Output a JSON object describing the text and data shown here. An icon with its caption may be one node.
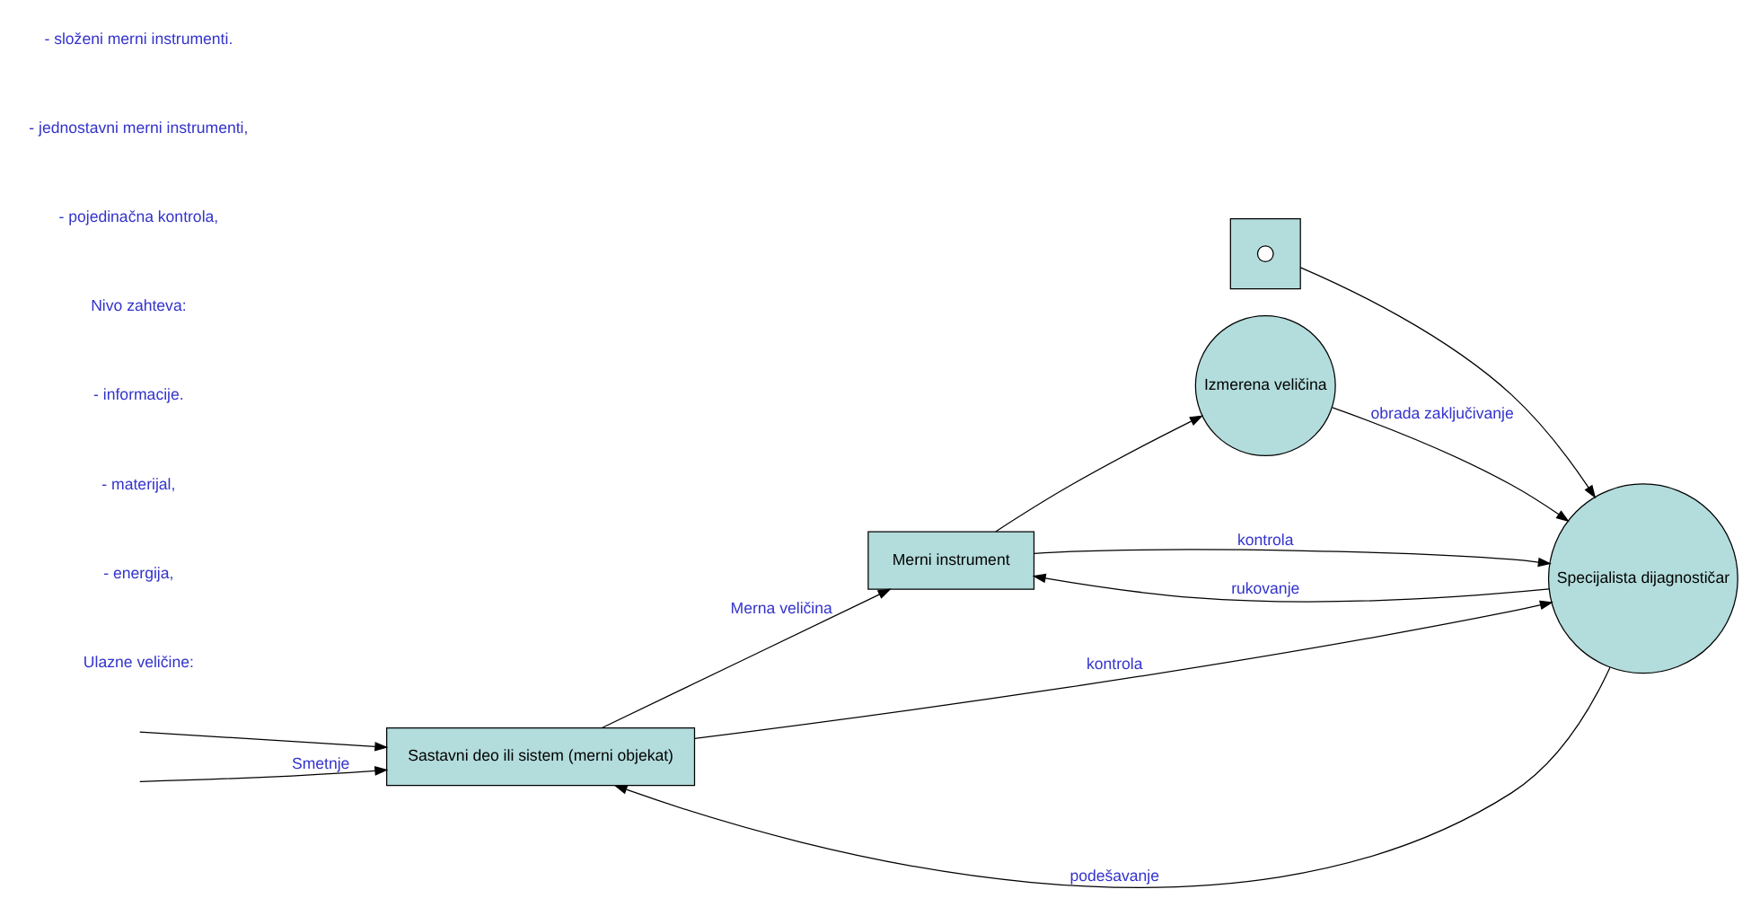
{
  "diagram": {
    "nodes": [
      {
        "text": [
          "Sastavni deo ili sistem (merni objekat)"
        ]
      },
      {
        "text": [
          "Merni instrument"
        ]
      },
      {
        "text": [
          "Izmerena veličina"
        ]
      },
      {
        "text": [
          "Specijalista dijagnostičar"
        ]
      },
      {
        "text": [],
        "shape": "box"
      },
      {
        "text": [],
        "shape": "circle",
        "in": 4
      }
    ],
    "edges": [
      {
        "from": null,
        "to": 0,
        "arrow": "to"
      },
      {
        "from": null,
        "to": 0,
        "arrow": "to",
        "label": "Smetnje"
      },
      {
        "from": 0,
        "to": 1,
        "arrow": "to",
        "label": "Merna veličina"
      },
      {
        "from": 1,
        "to": 2,
        "arrow": "to"
      },
      {
        "from": 2,
        "to": 3,
        "arrow": "to",
        "label": "obrada zaključivanje"
      },
      {
        "from": 3,
        "to": 0,
        "arrow": "to",
        "label": "podešavanje"
      },
      {
        "from": 0,
        "to": 3,
        "arrow": "to",
        "label": "kontrola"
      },
      {
        "from": 3,
        "to": 1,
        "arrow": "to",
        "label": "rukovanje"
      },
      {
        "from": 1,
        "to": 3,
        "arrow": "to",
        "label": "kontrola"
      },
      {
        "from": 4,
        "to": 3,
        "arrow": "to"
      }
    ],
    "labels": [
      "Ulazne veličine:",
      "- energija,",
      "- materijal,",
      "- informacije.",
      "Nivo zahteva:",
      "- pojedinačna kontrola,",
      "- jednostavni merni instrumenti,",
      "- složeni merni instrumenti."
    ]
  }
}
